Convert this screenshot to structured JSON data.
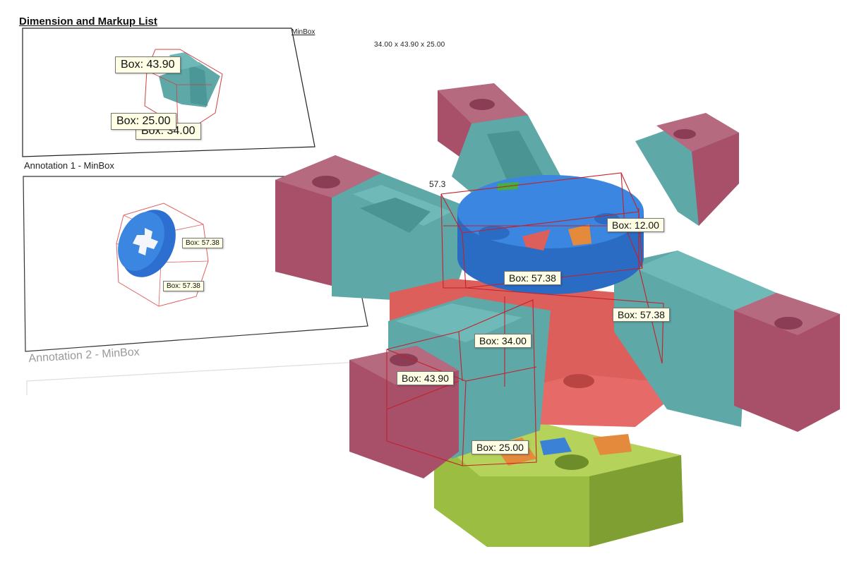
{
  "header": {
    "title": "Dimension and Markup List",
    "minbox_link": "MinBox",
    "dimensions": "34.00 x 43.90 x 25.00"
  },
  "thumbnails": {
    "minbox": {
      "labels": [
        "Box: 43.90",
        "Box: 25.00",
        "Box: 34.00"
      ]
    },
    "annotation1": {
      "label": "Annotation 1  -  MinBox",
      "labels": [
        "Box: 57.38",
        "Box: 57.38"
      ]
    },
    "annotation2": {
      "label": "Annotation 2  -  MinBox"
    }
  },
  "viewport": {
    "partial_label": "57.3",
    "labels": {
      "top_right": "Box: 12.00",
      "top_center": "Box: 57.38",
      "right": "Box: 57.38",
      "center": "Box: 34.00",
      "left": "Box: 43.90",
      "bottom": "Box: 25.00"
    }
  },
  "colors": {
    "teal": "#5fa8a8",
    "maroon": "#a8506a",
    "blue": "#3a82d6",
    "red": "#dc5e5c",
    "lime": "#9bbd42",
    "orange": "#e48a3c",
    "dimension_line": "#c4202a"
  }
}
